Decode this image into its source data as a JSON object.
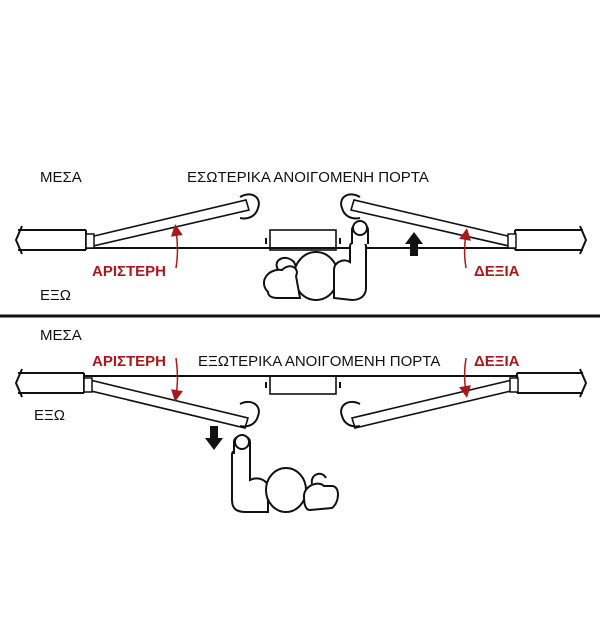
{
  "top": {
    "inside_label": "ΜΕΣΑ",
    "outside_label": "ΕΞΩ",
    "title": "ΕΣΩΤΕΡΙΚΑ ΑΝΟΙΓΟΜΕΝΗ ΠΟΡΤΑ",
    "left_label": "ΑΡΙΣΤΕΡΗ",
    "right_label": "ΔΕΞΙΑ"
  },
  "bottom": {
    "inside_label": "ΜΕΣΑ",
    "outside_label": "ΕΞΩ",
    "title": "ΕΞΩΤΕΡΙΚΑ ΑΝΟΙΓΟΜΕΝΗ ΠΟΡΤΑ",
    "left_label": "ΑΡΙΣΤΕΡΗ",
    "right_label": "ΔΕΞΙΑ"
  },
  "colors": {
    "accent": "#a8181c",
    "ink": "#111111"
  }
}
